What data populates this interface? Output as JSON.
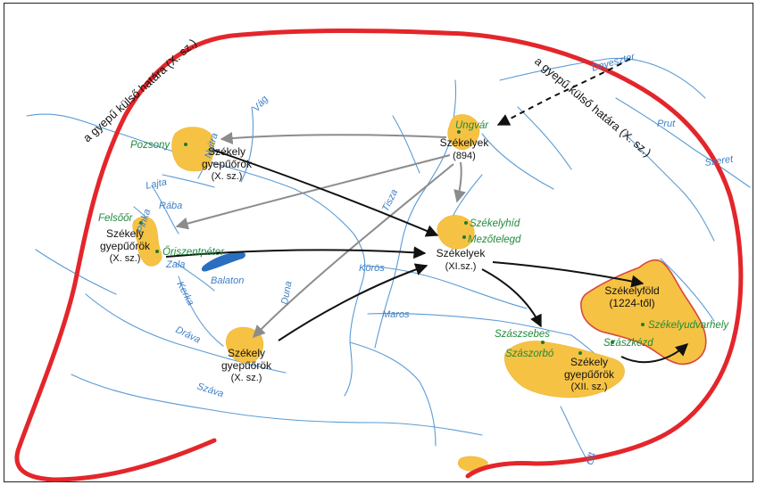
{
  "colors": {
    "border": "#e3262b",
    "river": "#5b9bd5",
    "settlement_area": "#f6c243",
    "szekelyfold_outline": "#d64a3a",
    "place_label": "#1f8a3a",
    "arrow_black": "#111111",
    "arrow_gray": "#8c8c8c",
    "lake": "#2a6fbf"
  },
  "border_labels": {
    "west": "a gyepű külső határa (X. sz.)",
    "east": "a gyepű külső határa (X. sz.)"
  },
  "rivers": {
    "vag": "Vág",
    "nyitra": "Nyitra",
    "lajta": "Lajta",
    "raba": "Rába",
    "pinka": "Pinka",
    "zala": "Zala",
    "kerka": "Kerka",
    "drava": "Dráva",
    "szava": "Száva",
    "duna": "Duna",
    "tisza": "Tisza",
    "koros": "Körös",
    "maros": "Maros",
    "olt": "Olt",
    "dnyeszter": "Dnyeszter",
    "prut": "Prut",
    "szeret": "Szeret",
    "balaton": "Balaton"
  },
  "places": {
    "pozsony": "Pozsony",
    "ungvar": "Ungvár",
    "felsoor": "Felsőőr",
    "oriszentpeter": "Őriszentpéter",
    "szekelyhid": "Székelyhíd",
    "mezotelegd": "Mezőtelegd",
    "szaszsebes": "Szászsebes",
    "szaszorbo": "Szászorbó",
    "szaszkezd": "Szászkézd",
    "szekelyudvarhely": "Székelyudvarhely"
  },
  "groups": {
    "ungvar": {
      "line1": "Székelyek",
      "line2": "(894)"
    },
    "pozsony": {
      "line1": "Székely",
      "line2": "gyepűőrök",
      "line3": "(X. sz.)"
    },
    "west": {
      "line1": "Székely",
      "line2": "gyepűőrök",
      "line3": "(X. sz.)"
    },
    "bihar": {
      "line1": "Székelyek",
      "line2": "(XI.sz.)"
    },
    "south": {
      "line1": "Székely",
      "line2": "gyepűőrök",
      "line3": "(X. sz.)"
    },
    "transylvania": {
      "line1": "Székely",
      "line2": "gyepűőrök",
      "line3": "(XII. sz.)"
    },
    "szekelyfold": {
      "line1": "Székelyföld",
      "line2": "(1224-től)"
    }
  }
}
